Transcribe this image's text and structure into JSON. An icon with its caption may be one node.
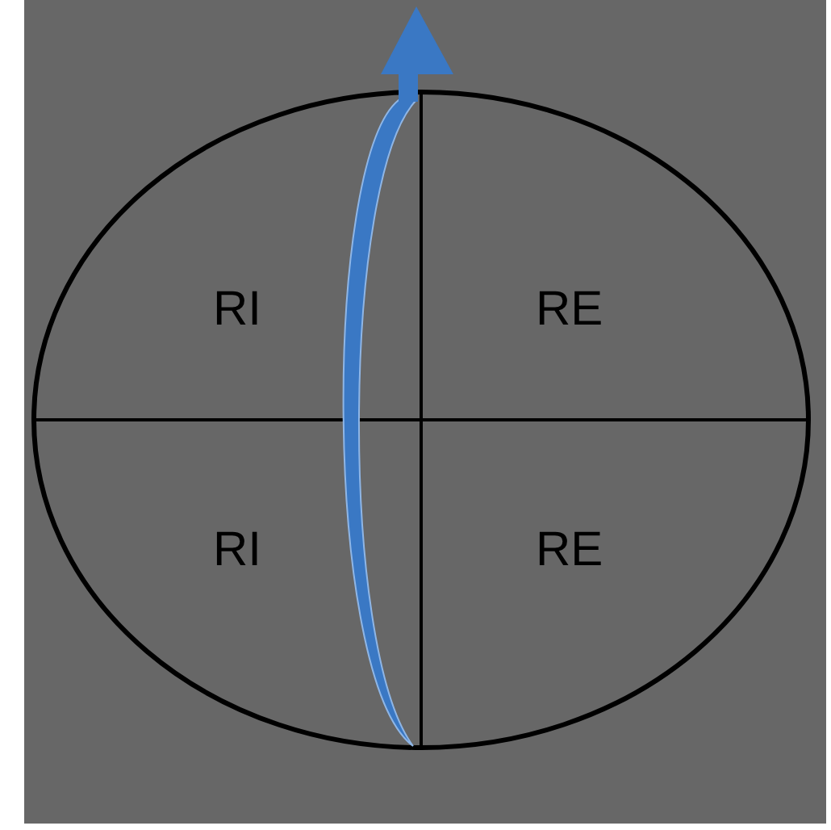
{
  "diagram": {
    "labels": [
      "RI",
      "RE",
      "RI",
      "RE"
    ]
  }
}
